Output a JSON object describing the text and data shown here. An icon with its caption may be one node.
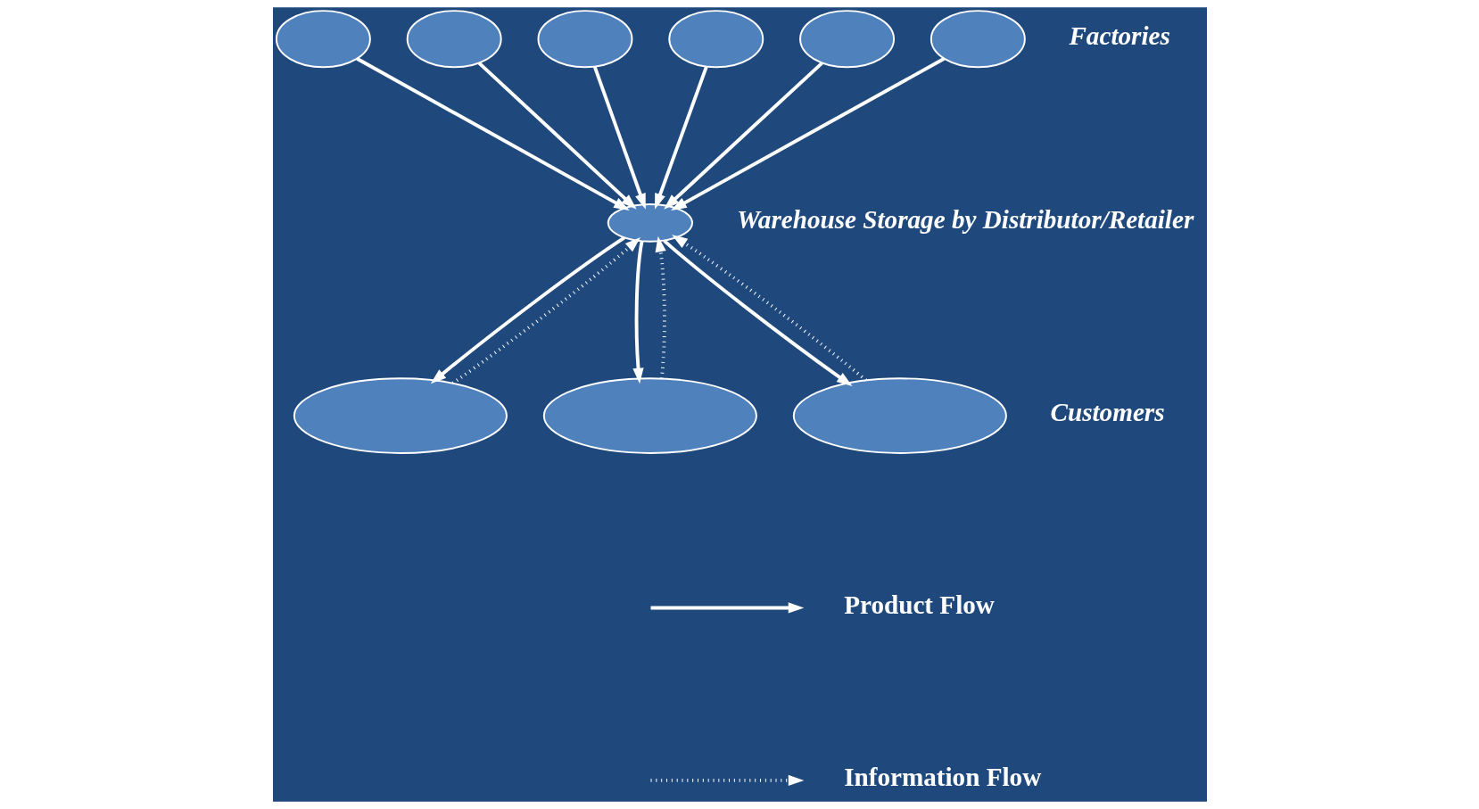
{
  "diagram": {
    "nodes": [
      {
        "text": [],
        "shape": "ellipse"
      },
      {
        "text": [],
        "shape": "ellipse"
      },
      {
        "text": [],
        "shape": "ellipse"
      },
      {
        "text": [],
        "shape": "ellipse"
      },
      {
        "text": [],
        "shape": "ellipse"
      },
      {
        "text": [],
        "shape": "ellipse"
      },
      {
        "text": [],
        "shape": "ellipse"
      },
      {
        "text": [],
        "shape": "ellipse"
      },
      {
        "text": [],
        "shape": "ellipse"
      },
      {
        "text": [],
        "shape": "ellipse"
      }
    ],
    "edges": [
      {
        "from": 0,
        "to": 6,
        "arrow": "to"
      },
      {
        "from": 1,
        "to": 6,
        "arrow": "to"
      },
      {
        "from": 2,
        "to": 6,
        "arrow": "to"
      },
      {
        "from": 3,
        "to": 6,
        "arrow": "to"
      },
      {
        "from": 4,
        "to": 6,
        "arrow": "to"
      },
      {
        "from": 5,
        "to": 6,
        "arrow": "to"
      },
      {
        "from": 7,
        "to": 6,
        "arrow": "to",
        "style": "dashed"
      },
      {
        "from": 6,
        "to": 7,
        "arrow": "to"
      },
      {
        "from": 8,
        "to": 6,
        "arrow": "to",
        "style": "dashed"
      },
      {
        "from": 6,
        "to": 8,
        "arrow": "to"
      },
      {
        "from": 9,
        "to": 6,
        "arrow": "to",
        "style": "dashed"
      },
      {
        "from": 6,
        "to": 9,
        "arrow": "to"
      }
    ],
    "labels": [
      "Factories",
      "Warehouse Storage by Distributor/Retailer",
      "Customers"
    ],
    "legend": [
      {
        "text": "Product Flow"
      },
      {
        "text": "Information Flow"
      }
    ]
  }
}
